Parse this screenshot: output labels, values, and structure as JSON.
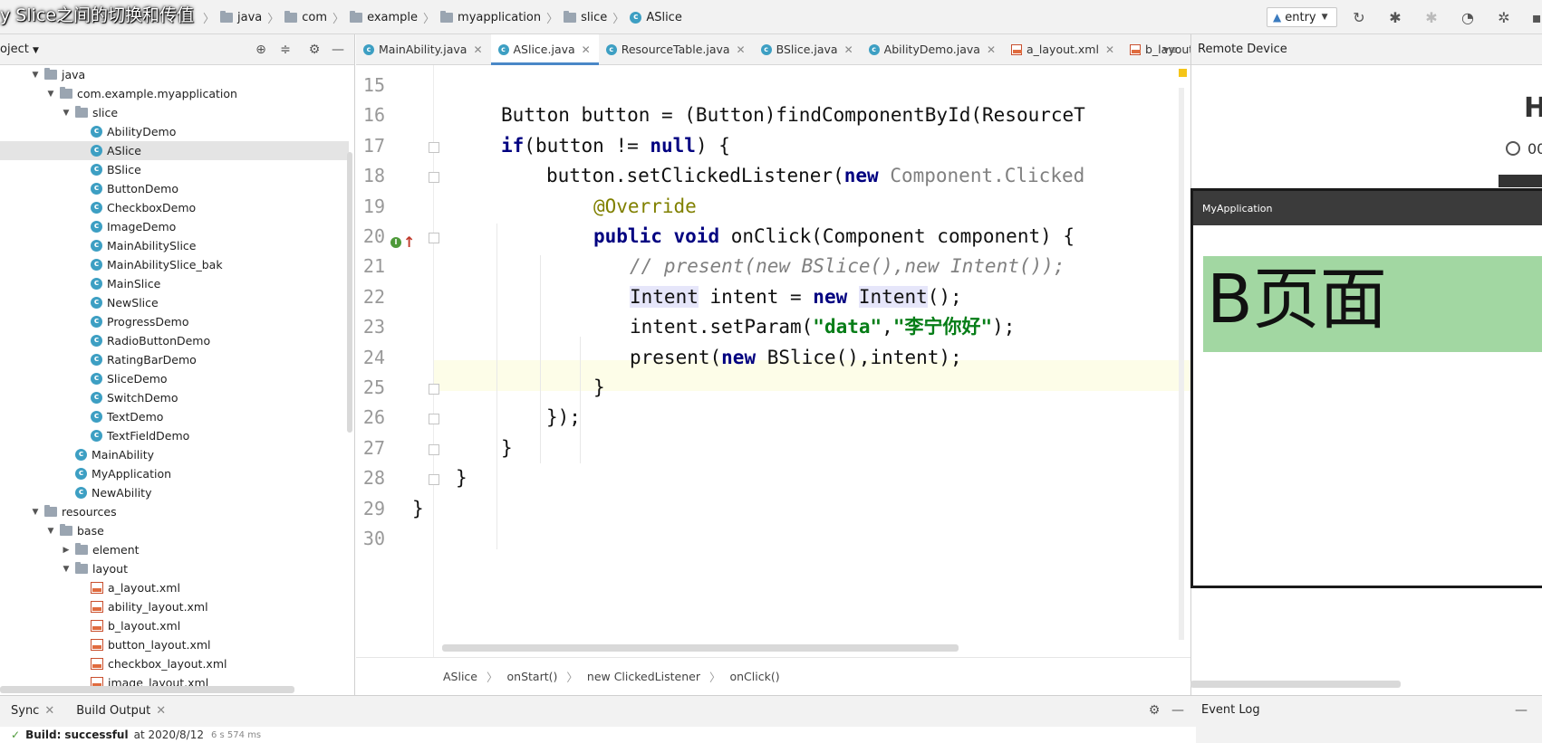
{
  "overlay_title": "y Slice之间的切换和传值",
  "breadcrumbs": [
    {
      "label": "java",
      "icon": "folder"
    },
    {
      "label": "com",
      "icon": "folder"
    },
    {
      "label": "example",
      "icon": "folder"
    },
    {
      "label": "myapplication",
      "icon": "folder"
    },
    {
      "label": "slice",
      "icon": "folder"
    },
    {
      "label": "ASlice",
      "icon": "class"
    }
  ],
  "toolbar": {
    "run_config": "entry",
    "icons": [
      "sync-icon",
      "debug-icon",
      "attach-debugger-icon",
      "profiler-icon",
      "settings-bug-icon"
    ]
  },
  "project_panel": {
    "title": "oject",
    "tree": [
      {
        "label": "java",
        "depth": 0,
        "icon": "folder",
        "arrow": "open"
      },
      {
        "label": "com.example.myapplication",
        "depth": 1,
        "icon": "folder",
        "arrow": "open"
      },
      {
        "label": "slice",
        "depth": 2,
        "icon": "folder",
        "arrow": "open"
      },
      {
        "label": "AbilityDemo",
        "depth": 3,
        "icon": "class"
      },
      {
        "label": "ASlice",
        "depth": 3,
        "icon": "class",
        "selected": true
      },
      {
        "label": "BSlice",
        "depth": 3,
        "icon": "class"
      },
      {
        "label": "ButtonDemo",
        "depth": 3,
        "icon": "class"
      },
      {
        "label": "CheckboxDemo",
        "depth": 3,
        "icon": "class"
      },
      {
        "label": "ImageDemo",
        "depth": 3,
        "icon": "class"
      },
      {
        "label": "MainAbilitySlice",
        "depth": 3,
        "icon": "class"
      },
      {
        "label": "MainAbilitySlice_bak",
        "depth": 3,
        "icon": "class"
      },
      {
        "label": "MainSlice",
        "depth": 3,
        "icon": "class"
      },
      {
        "label": "NewSlice",
        "depth": 3,
        "icon": "class"
      },
      {
        "label": "ProgressDemo",
        "depth": 3,
        "icon": "class"
      },
      {
        "label": "RadioButtonDemo",
        "depth": 3,
        "icon": "class"
      },
      {
        "label": "RatingBarDemo",
        "depth": 3,
        "icon": "class"
      },
      {
        "label": "SliceDemo",
        "depth": 3,
        "icon": "class"
      },
      {
        "label": "SwitchDemo",
        "depth": 3,
        "icon": "class"
      },
      {
        "label": "TextDemo",
        "depth": 3,
        "icon": "class"
      },
      {
        "label": "TextFieldDemo",
        "depth": 3,
        "icon": "class"
      },
      {
        "label": "MainAbility",
        "depth": 2,
        "icon": "class"
      },
      {
        "label": "MyApplication",
        "depth": 2,
        "icon": "class"
      },
      {
        "label": "NewAbility",
        "depth": 2,
        "icon": "class"
      },
      {
        "label": "resources",
        "depth": 0,
        "icon": "folder",
        "arrow": "open"
      },
      {
        "label": "base",
        "depth": 1,
        "icon": "folder",
        "arrow": "open"
      },
      {
        "label": "element",
        "depth": 2,
        "icon": "folder",
        "arrow": "closed"
      },
      {
        "label": "layout",
        "depth": 2,
        "icon": "folder",
        "arrow": "open"
      },
      {
        "label": "a_layout.xml",
        "depth": 3,
        "icon": "xml"
      },
      {
        "label": "ability_layout.xml",
        "depth": 3,
        "icon": "xml"
      },
      {
        "label": "b_layout.xml",
        "depth": 3,
        "icon": "xml"
      },
      {
        "label": "button_layout.xml",
        "depth": 3,
        "icon": "xml"
      },
      {
        "label": "checkbox_layout.xml",
        "depth": 3,
        "icon": "xml"
      },
      {
        "label": "image_layout.xml",
        "depth": 3,
        "icon": "xml"
      }
    ]
  },
  "editor_tabs": [
    {
      "label": "MainAbility.java",
      "icon": "class"
    },
    {
      "label": "ASlice.java",
      "icon": "class",
      "active": true
    },
    {
      "label": "ResourceTable.java",
      "icon": "class"
    },
    {
      "label": "BSlice.java",
      "icon": "class"
    },
    {
      "label": "AbilityDemo.java",
      "icon": "class"
    },
    {
      "label": "a_layout.xml",
      "icon": "xml"
    },
    {
      "label": "b_layout.xı",
      "icon": "xml"
    }
  ],
  "tab_overflow": "▾≡",
  "code": {
    "line_numbers": [
      "15",
      "16",
      "17",
      "18",
      "19",
      "20",
      "21",
      "22",
      "23",
      "24",
      "25",
      "26",
      "27",
      "28",
      "29",
      "30"
    ],
    "current_line": "22",
    "lines": [
      [],
      [
        {
          "t": "Button button = (Button)findComponentById(ResourceT"
        }
      ],
      [
        {
          "t": "if",
          "c": "kw"
        },
        {
          "t": "(button != "
        },
        {
          "t": "null",
          "c": "kw"
        },
        {
          "t": ") {"
        }
      ],
      [
        {
          "t": "button.setClickedListener("
        },
        {
          "t": "new",
          "c": "kw"
        },
        {
          "t": " Component.Clicked",
          "c": "hint"
        }
      ],
      [
        {
          "t": "@Override",
          "c": "ann"
        }
      ],
      [
        {
          "t": "public",
          "c": "kw"
        },
        {
          "t": " "
        },
        {
          "t": "void",
          "c": "kw"
        },
        {
          "t": " onClick(Component component) {"
        }
      ],
      [
        {
          "t": "// present(new BSlice(),new Intent());",
          "c": "cmt"
        }
      ],
      [
        {
          "t": "Intent",
          "c": "hl"
        },
        {
          "t": " intent = "
        },
        {
          "t": "new",
          "c": "kw"
        },
        {
          "t": " "
        },
        {
          "t": "Intent",
          "c": "hl"
        },
        {
          "t": "();"
        }
      ],
      [
        {
          "t": "intent.setParam("
        },
        {
          "t": "\"data\"",
          "c": "str"
        },
        {
          "t": ","
        },
        {
          "t": "\"李宁你好\"",
          "c": "str"
        },
        {
          "t": ");"
        }
      ],
      [
        {
          "t": "present("
        },
        {
          "t": "new",
          "c": "kw"
        },
        {
          "t": " BSlice(),intent);"
        }
      ],
      [
        {
          "t": "}"
        }
      ],
      [
        {
          "t": "});"
        }
      ],
      [
        {
          "t": "}"
        }
      ],
      [
        {
          "t": "}"
        }
      ],
      [
        {
          "t": "}"
        }
      ],
      []
    ]
  },
  "editor_breadcrumbs": [
    "ASlice",
    "onStart()",
    "new ClickedListener",
    "onClick()"
  ],
  "remote_device": {
    "title": "Remote Device",
    "partial_heading": "H",
    "partial_time": "00",
    "app_bar_title": "MyApplication",
    "page_text": "B页面"
  },
  "bottom_panel": {
    "tabs": [
      "Sync",
      "Build Output"
    ],
    "event_log": "Event Log",
    "build_label": "Build:",
    "build_status": "successful",
    "build_at": "at 2020/8/12",
    "build_time": "6 s 574 ms"
  },
  "colors": {
    "keyword": "#000080",
    "annotation": "#808000",
    "comment": "#808080",
    "string": "#067d17",
    "active_tab_underline": "#4a88c7",
    "banner": "#a2d7a2"
  }
}
